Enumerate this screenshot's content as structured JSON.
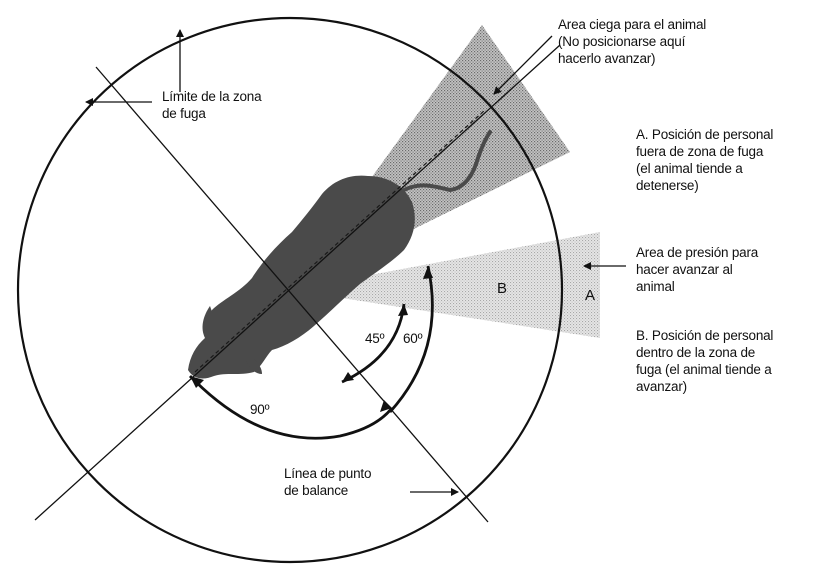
{
  "labels": {
    "blind_area": "Area ciega para el animal\n(No posicionarse aquí\nhacerlo avanzar)",
    "flight_zone_limit": "Límite de la zona\nde fuga",
    "position_a": "A. Posición de personal\nfuera de zona de fuga\n(el animal tiende a\ndetenerse)",
    "pressure_area": "Area de presión para\nhacer avanzar al\nanimal",
    "position_b": "B. Posición de personal\ndentro de la zona de\nfuga (el animal tiende a\navanzar)",
    "balance_line": "Línea de punto\nde balance"
  },
  "angles": {
    "a45": "45º",
    "a60": "60º",
    "a90": "90º"
  },
  "zone_letters": {
    "a": "A",
    "b": "B"
  },
  "colors": {
    "animal": "#4a4a4a",
    "blind_area_fill": "#b0b0b0",
    "pressure_area_fill": "#d9d9d9",
    "lines": "#111111"
  }
}
